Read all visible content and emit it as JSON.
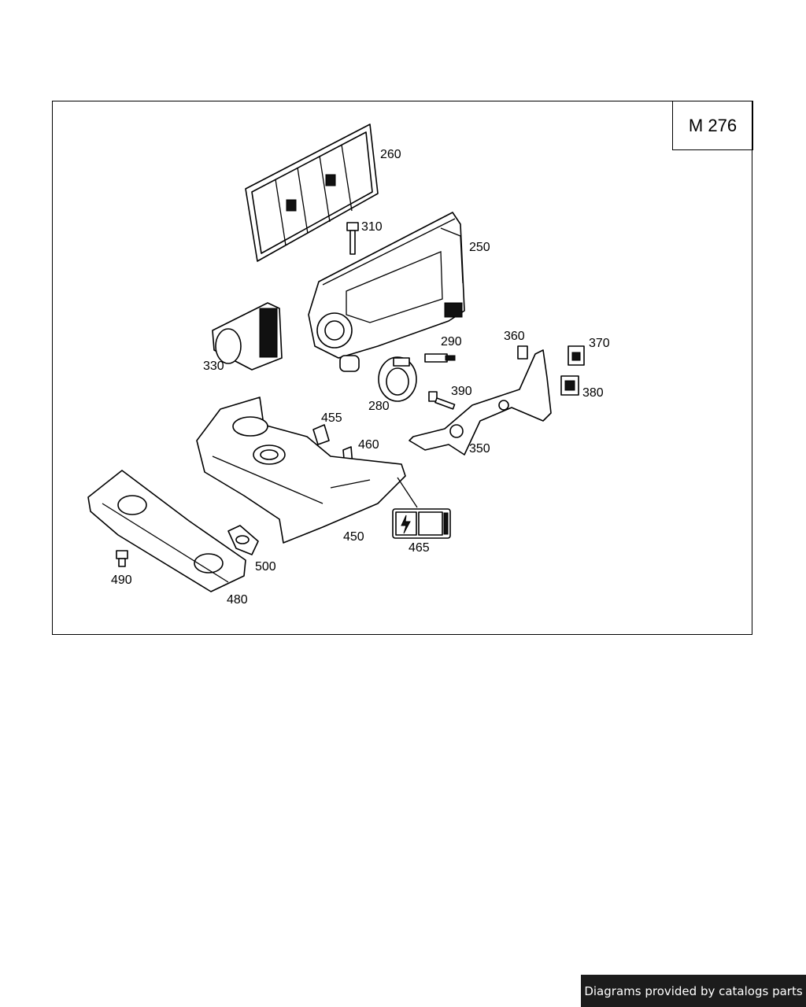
{
  "diagram": {
    "model": "M 276",
    "parts": [
      {
        "id": "p260",
        "label": "260"
      },
      {
        "id": "p310",
        "label": "310"
      },
      {
        "id": "p250",
        "label": "250"
      },
      {
        "id": "p290",
        "label": "290"
      },
      {
        "id": "p360",
        "label": "360"
      },
      {
        "id": "p370",
        "label": "370"
      },
      {
        "id": "p330",
        "label": "330"
      },
      {
        "id": "p280",
        "label": "280"
      },
      {
        "id": "p390",
        "label": "390"
      },
      {
        "id": "p380",
        "label": "380"
      },
      {
        "id": "p455",
        "label": "455"
      },
      {
        "id": "p460",
        "label": "460"
      },
      {
        "id": "p350",
        "label": "350"
      },
      {
        "id": "p450",
        "label": "450"
      },
      {
        "id": "p465",
        "label": "465"
      },
      {
        "id": "p500",
        "label": "500"
      },
      {
        "id": "p490",
        "label": "490"
      },
      {
        "id": "p480",
        "label": "480"
      }
    ]
  },
  "footer": {
    "credit": "Diagrams provided by catalogs parts"
  }
}
